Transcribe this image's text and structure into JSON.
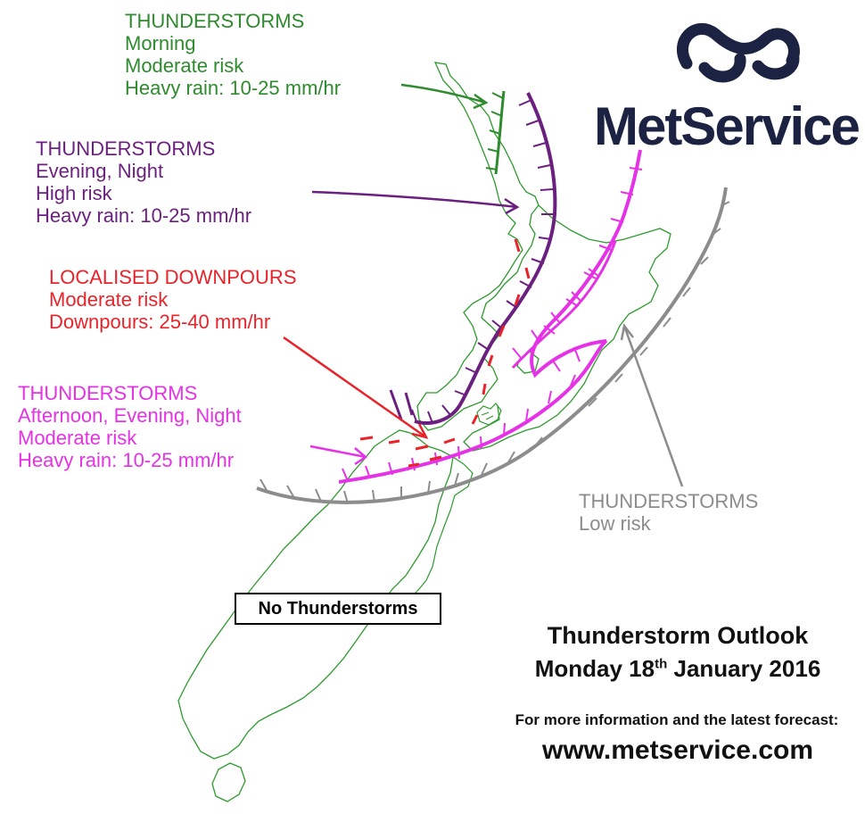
{
  "brand": {
    "name": "MetService",
    "logo_color": "#1b2242"
  },
  "areas": {
    "green": {
      "color": "#2e8b2e",
      "lines": [
        "THUNDERSTORMS",
        "Morning",
        "Moderate risk",
        "Heavy rain: 10-25 mm/hr"
      ]
    },
    "purple": {
      "color": "#6b1f7f",
      "lines": [
        "THUNDERSTORMS",
        "Evening, Night",
        "High risk",
        "Heavy rain: 10-25 mm/hr"
      ]
    },
    "red": {
      "color": "#e8242a",
      "lines": [
        "LOCALISED DOWNPOURS",
        "Moderate risk",
        "Downpours: 25-40 mm/hr"
      ]
    },
    "magenta": {
      "color": "#e632e6",
      "lines": [
        "THUNDERSTORMS",
        "Afternoon, Evening, Night",
        "Moderate risk",
        "Heavy rain: 10-25 mm/hr"
      ]
    },
    "grey": {
      "color": "#8c8c8c",
      "lines": [
        "THUNDERSTORMS",
        "Low risk"
      ]
    }
  },
  "no_thunderstorms": "No Thunderstorms",
  "outlook": {
    "title": "Thunderstorm Outlook",
    "date_prefix": "Monday 18",
    "date_suffix": "th",
    "date_rest": " January 2016"
  },
  "footer": {
    "more_info": "For more information and the latest forecast:",
    "website": "www.metservice.com"
  },
  "coast_color": "#2e9a2e"
}
